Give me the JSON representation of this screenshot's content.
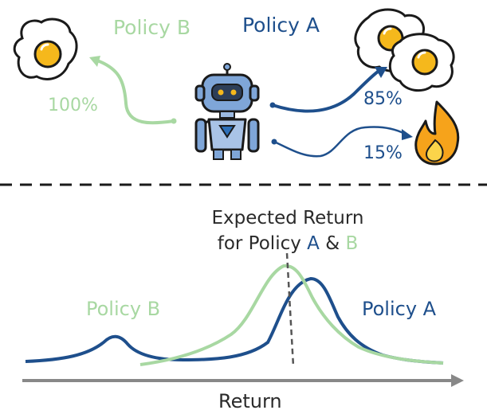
{
  "top": {
    "policy_b_label": "Policy B",
    "policy_a_label": "Policy A",
    "policy_b_prob": "100%",
    "policy_a_success_prob": "85%",
    "policy_a_fail_prob": "15%"
  },
  "bottom": {
    "expected_line1": "Expected Return",
    "expected_line2_prefix": "for Policy ",
    "expected_a": "A",
    "expected_amp": " & ",
    "expected_b": "B",
    "policy_b_label": "Policy B",
    "policy_a_label": "Policy A",
    "x_axis_label": "Return"
  },
  "colors": {
    "policy_a": "#1e4f8c",
    "policy_b": "#a8d8a2",
    "egg_yolk": "#f5b81c",
    "fire": "#f6a31b",
    "robot_body": "#7fa6d8"
  },
  "icons": [
    "fried-egg-icon",
    "two-fried-eggs-icon",
    "fire-icon",
    "robot-icon"
  ]
}
